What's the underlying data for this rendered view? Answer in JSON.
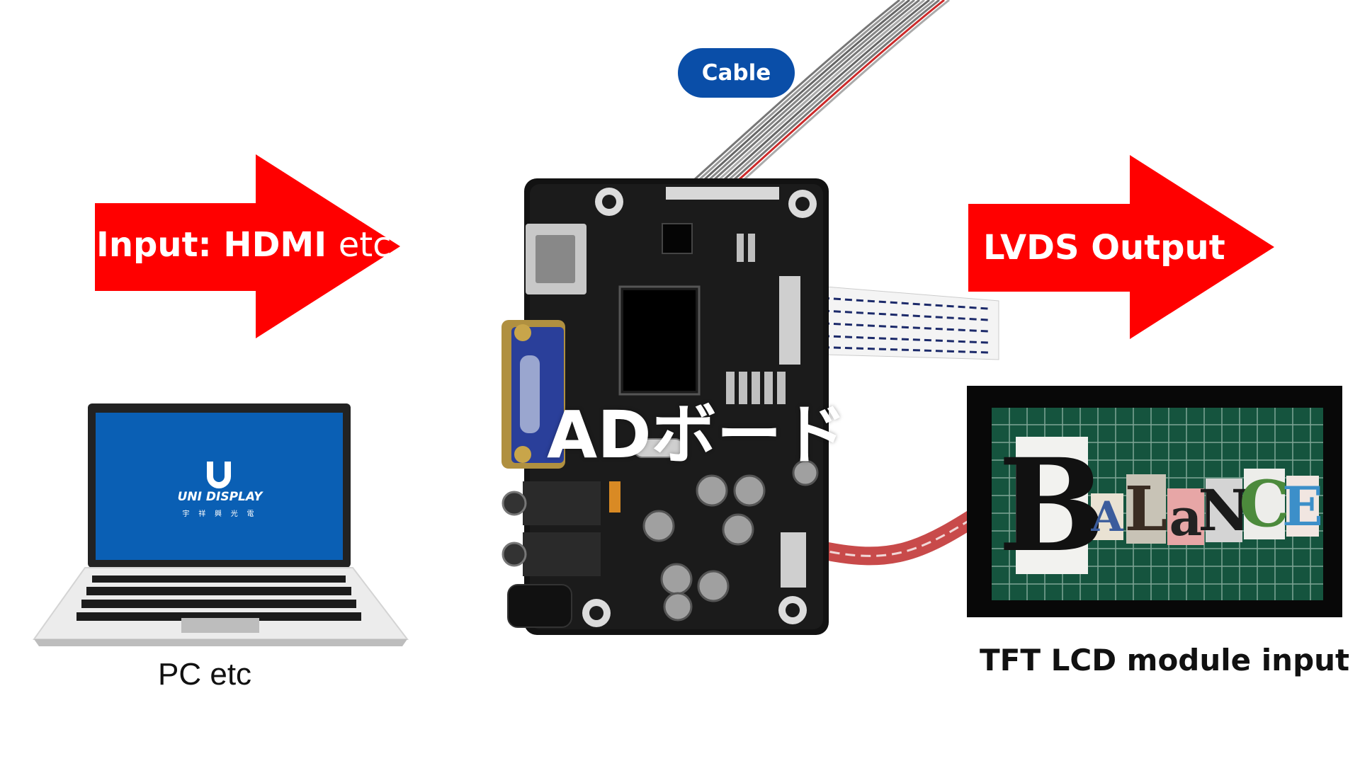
{
  "input_arrow": {
    "bold_text": "Input: HDMI",
    "light_text": "etc",
    "color": "#ff0000"
  },
  "output_arrow": {
    "text": "LVDS Output",
    "color": "#ff0000"
  },
  "cable_pill": {
    "text": "Cable",
    "color": "#0a4ea8"
  },
  "board": {
    "label": "ADボード"
  },
  "laptop": {
    "caption": "PC etc",
    "screen_color": "#0a5fb4",
    "logo_brand": "UNI DISPLAY",
    "logo_sub": "宇 祥 興 光 電"
  },
  "lcd": {
    "caption": "TFT LCD module input",
    "word": [
      "B",
      "A",
      "L",
      "a",
      "N",
      "C",
      "E"
    ],
    "board_color": "#15543e"
  }
}
